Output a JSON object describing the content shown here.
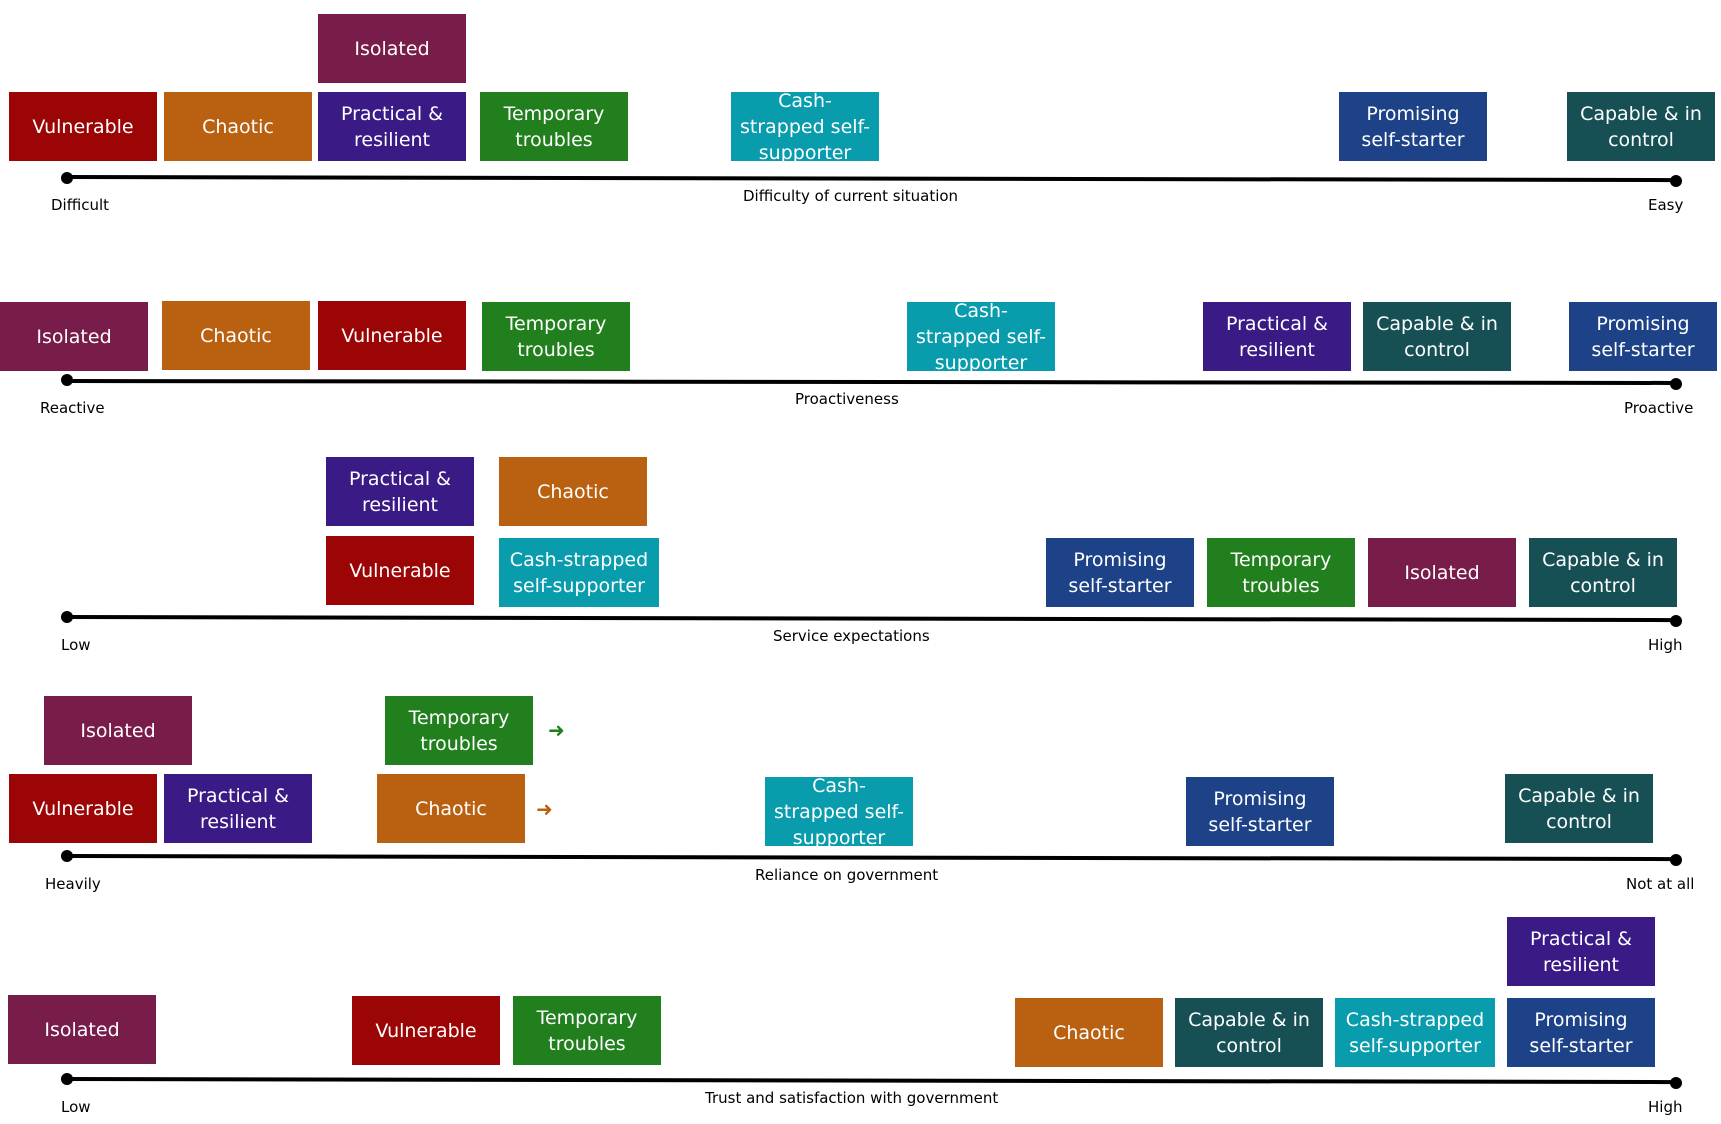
{
  "segments": {
    "vulnerable": "Vulnerable",
    "chaotic": "Chaotic",
    "isolated": "Isolated",
    "practical": "Practical & resilient",
    "temporary": "Temporary troubles",
    "cash": "Cash-strapped self-supporter",
    "promising": "Promising self-starter",
    "capable": "Capable & in control"
  },
  "colors": {
    "vulnerable": "#9b0505",
    "chaotic": "#b96111",
    "isolated": "#781c4a",
    "practical": "#3a1b86",
    "temporary": "#217f1d",
    "cash": "#099cad",
    "promising": "#1d4288",
    "capable": "#165055"
  },
  "axes": [
    {
      "title": "Difficulty of current situation",
      "left_label": "Difficult",
      "right_label": "Easy"
    },
    {
      "title": "Proactiveness",
      "left_label": "Reactive",
      "right_label": "Proactive"
    },
    {
      "title": "Service expectations",
      "left_label": "Low",
      "right_label": "High"
    },
    {
      "title": "Reliance on government",
      "left_label": "Heavily",
      "right_label": "Not at all"
    },
    {
      "title": "Trust and satisfaction with government",
      "left_label": "Low",
      "right_label": "High"
    }
  ],
  "arrows": [
    {
      "segment": "temporary",
      "color": "#217f1d",
      "glyph": "➜"
    },
    {
      "segment": "chaotic",
      "color": "#b96111",
      "glyph": "➜"
    }
  ]
}
